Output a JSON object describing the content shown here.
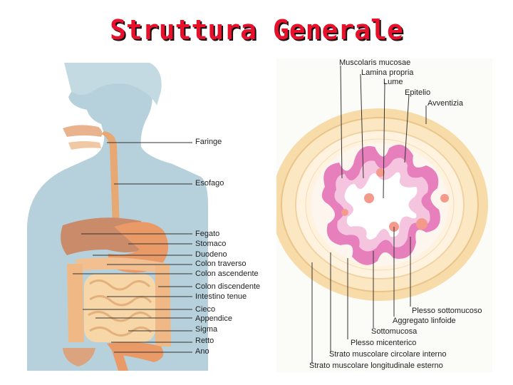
{
  "title": "Struttura Generale",
  "colors": {
    "title": "#e8102a",
    "body_silhouette": "#b7d1dc",
    "tract": "#e7a874",
    "liver": "#c98b6a",
    "wall_outer": "#f7dcaa",
    "mucosa": "#e77fbd"
  },
  "left_labels": [
    "Faringe",
    "Esofago",
    "Fegato",
    "Stomaco",
    "Duodeno",
    "Colon traverso",
    "Colon ascendente",
    "Colon discendente",
    "Intestino tenue",
    "Cieco",
    "Appendice",
    "Sigma",
    "Retto",
    "Ano"
  ],
  "right_top_labels": [
    "Muscolaris mucosae",
    "Lamina propria",
    "Lume",
    "Epitelio",
    "Avventizia"
  ],
  "right_bottom_labels": [
    "Plesso sottomucoso",
    "Aggregato linfoide",
    "Sottomucosa",
    "Plesso micenterico",
    "Strato muscolare circolare interno",
    "Strato muscolare longitudinale esterno"
  ]
}
